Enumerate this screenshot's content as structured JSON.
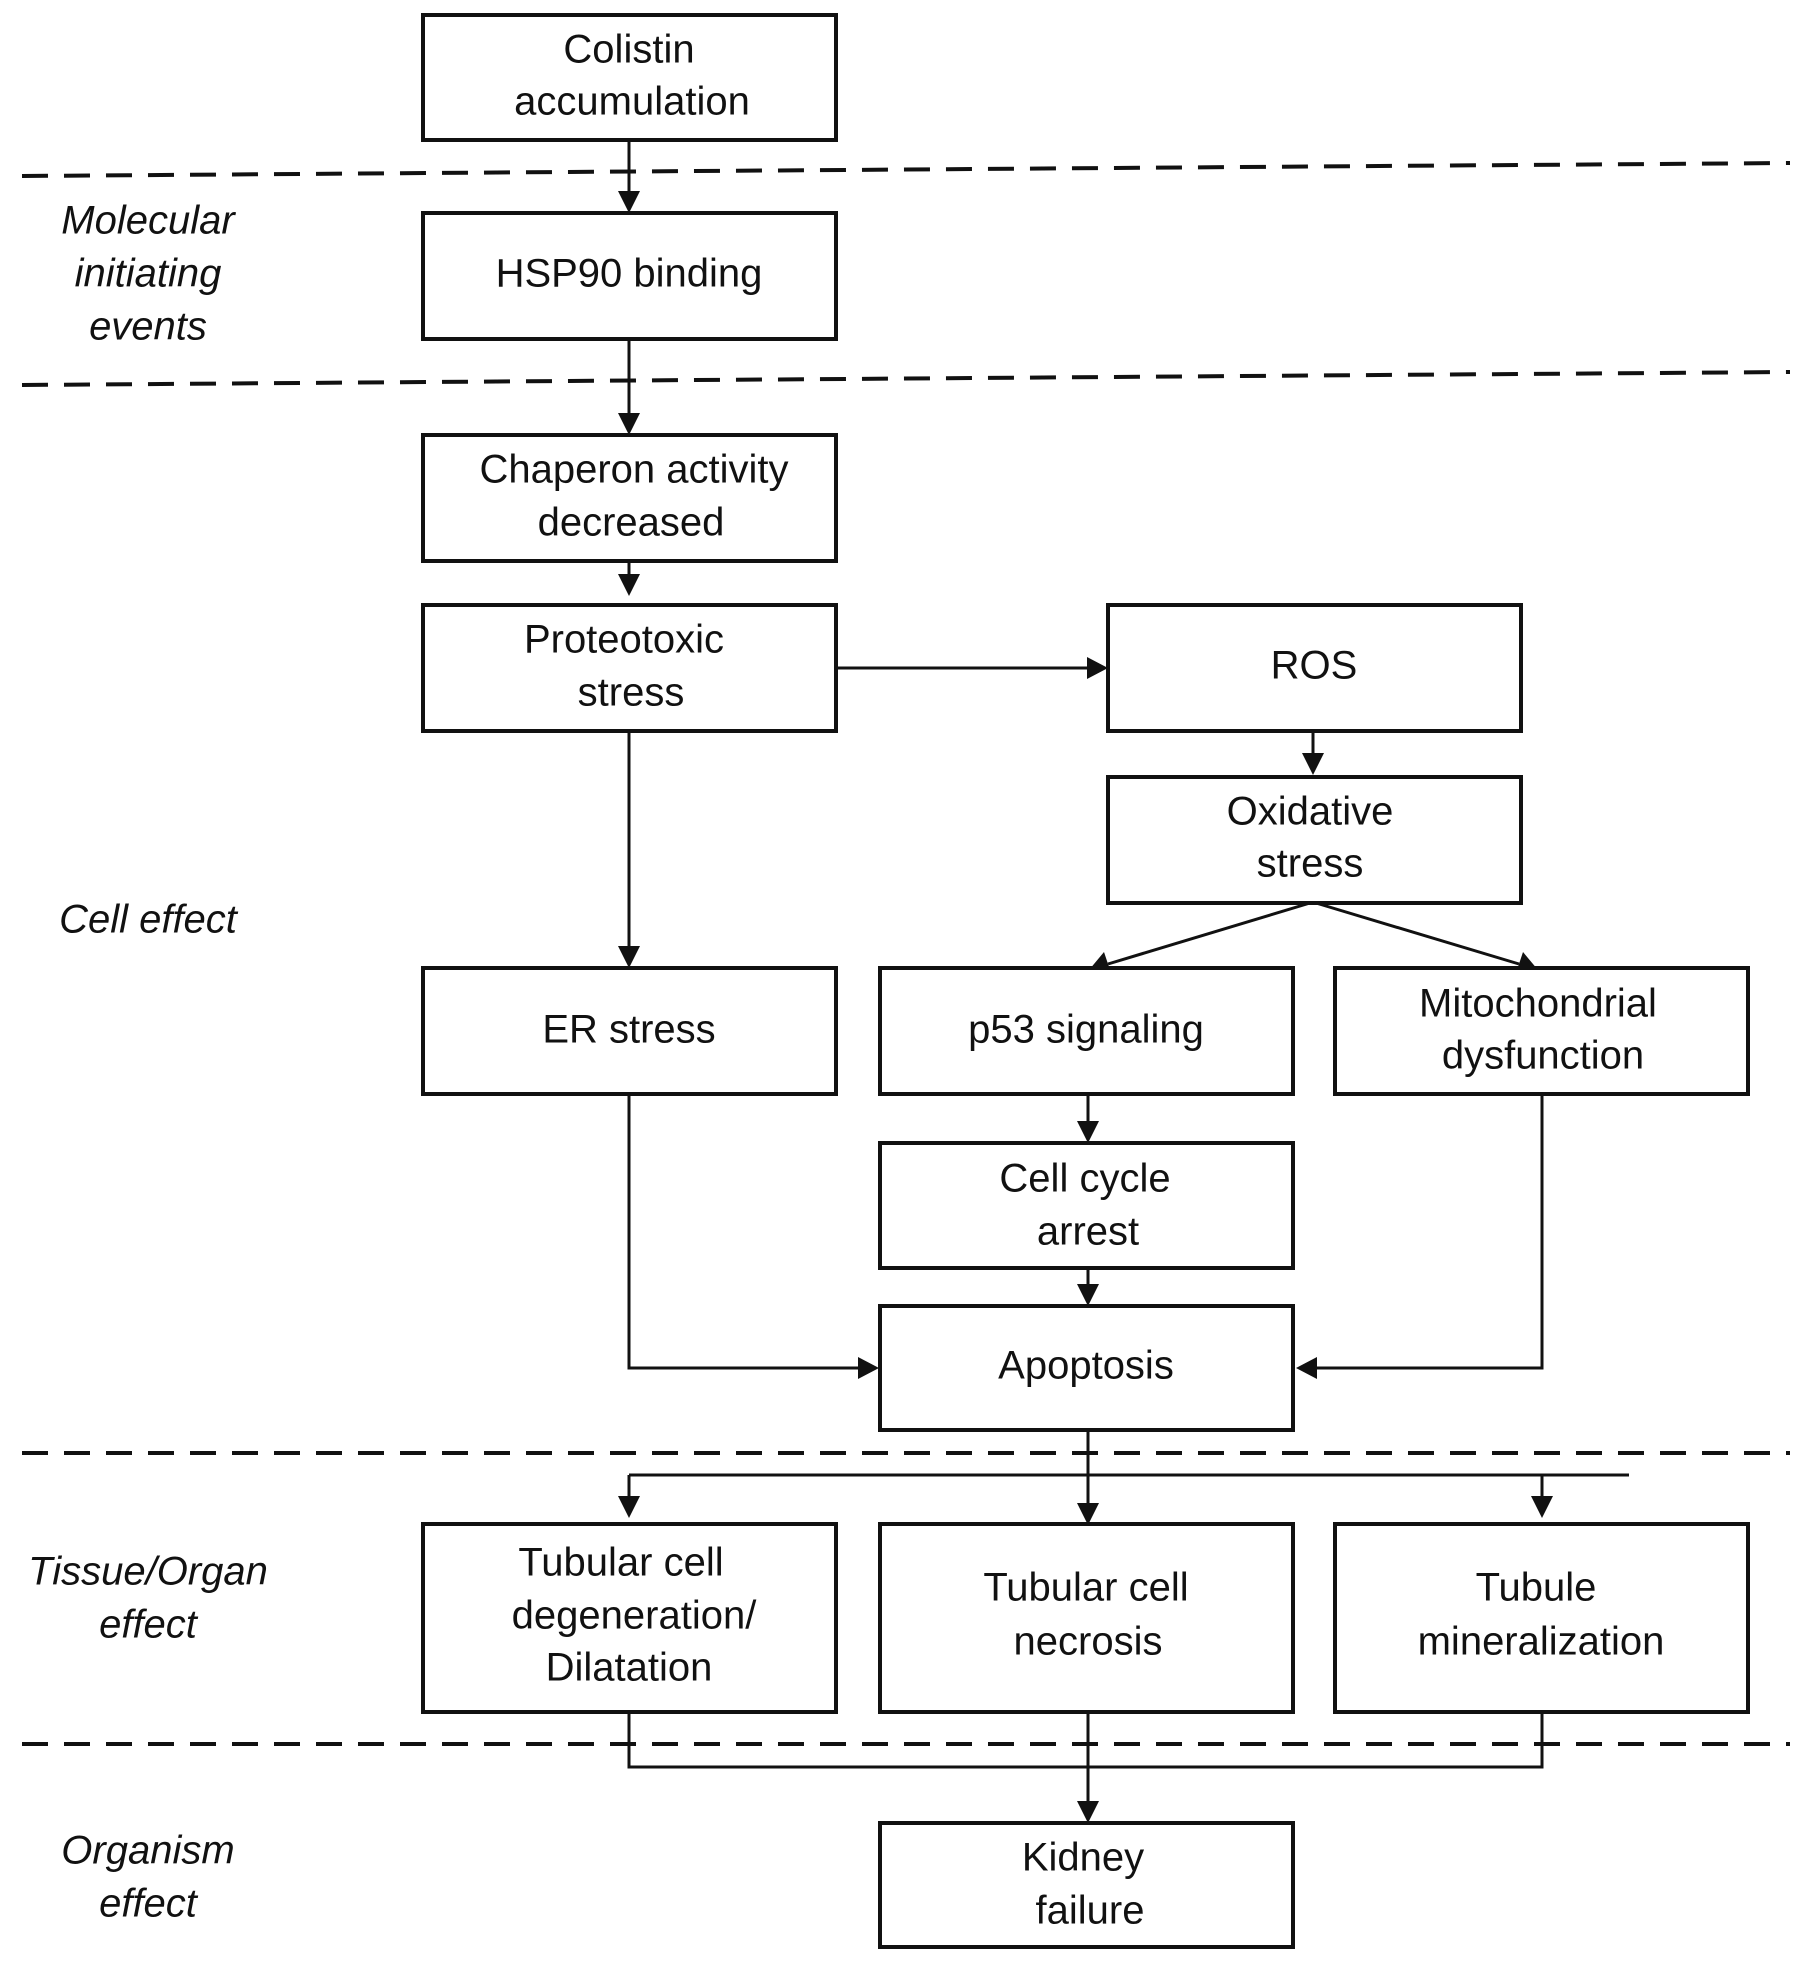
{
  "stages": {
    "molecular": [
      "Molecular",
      "initiating",
      "events"
    ],
    "cell": [
      "Cell effect"
    ],
    "tissue": [
      "Tissue/Organ",
      "effect"
    ],
    "organism": [
      "Organism",
      "effect"
    ]
  },
  "nodes": {
    "colistin": [
      "Colistin",
      "accumulation"
    ],
    "hsp90": [
      "HSP90 binding"
    ],
    "chaperon": [
      "Chaperon activity",
      "decreased"
    ],
    "proteotoxic": [
      "Proteotoxic",
      "stress"
    ],
    "ros": [
      "ROS"
    ],
    "oxidative": [
      "Oxidative",
      "stress"
    ],
    "er_stress": [
      "ER stress"
    ],
    "p53": [
      "p53 signaling"
    ],
    "mito": [
      "Mitochondrial",
      "dysfunction"
    ],
    "cell_cycle": [
      "Cell cycle",
      "arrest"
    ],
    "apoptosis": [
      "Apoptosis"
    ],
    "degeneration": [
      "Tubular cell",
      "degeneration/",
      "Dilatation"
    ],
    "necrosis": [
      "Tubular cell",
      "necrosis"
    ],
    "mineralization": [
      "Tubule",
      "mineralization"
    ],
    "kidney": [
      "Kidney",
      "failure"
    ]
  },
  "edges": [
    [
      "colistin",
      "hsp90"
    ],
    [
      "hsp90",
      "chaperon"
    ],
    [
      "chaperon",
      "proteotoxic"
    ],
    [
      "proteotoxic",
      "ros"
    ],
    [
      "proteotoxic",
      "er_stress"
    ],
    [
      "ros",
      "oxidative"
    ],
    [
      "oxidative",
      "p53"
    ],
    [
      "oxidative",
      "mito"
    ],
    [
      "p53",
      "cell_cycle"
    ],
    [
      "cell_cycle",
      "apoptosis"
    ],
    [
      "er_stress",
      "apoptosis"
    ],
    [
      "mito",
      "apoptosis"
    ],
    [
      "apoptosis",
      "degeneration"
    ],
    [
      "apoptosis",
      "necrosis"
    ],
    [
      "apoptosis",
      "mineralization"
    ],
    [
      "degeneration",
      "kidney"
    ],
    [
      "necrosis",
      "kidney"
    ],
    [
      "mineralization",
      "kidney"
    ]
  ]
}
